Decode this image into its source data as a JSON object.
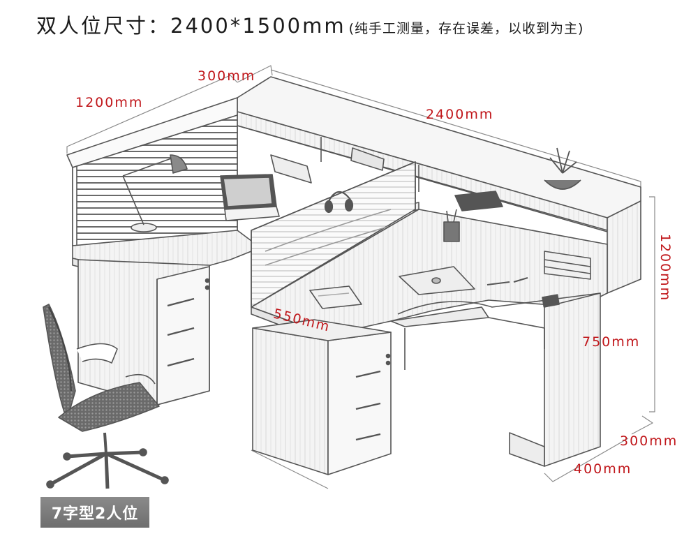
{
  "title": {
    "main": "双人位尺寸：2400*1500mm",
    "note": "(纯手工测量，存在误差，以收到为主)"
  },
  "dimensions": {
    "panel_depth": "300mm",
    "side_width": "1200mm",
    "total_length": "2400mm",
    "height": "1200mm",
    "return_depth": "550mm",
    "desk_height": "750mm",
    "cabinet_depth": "300mm",
    "cabinet_width": "400mm"
  },
  "badge": "7字型2人位",
  "colors": {
    "dimension_text": "#c0161a",
    "line": "#555555"
  }
}
